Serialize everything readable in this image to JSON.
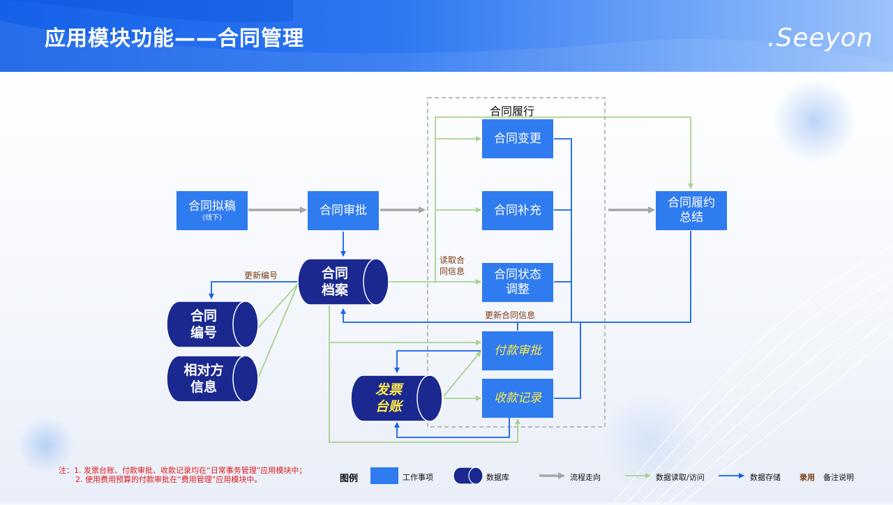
{
  "header": {
    "title": "应用模块功能——合同管理",
    "logo": ".Seeyon"
  },
  "diagram": {
    "frame_title": "合同履行",
    "nodes": {
      "draft": {
        "label": "合同拟稿",
        "sub": "(线下)"
      },
      "approve": {
        "label": "合同审批"
      },
      "change": {
        "label": "合同变更"
      },
      "supplement": {
        "label": "合同补充"
      },
      "status_adjust": {
        "label_line1": "合同状态",
        "label_line2": "调整"
      },
      "summary": {
        "label_line1": "合同履约",
        "label_line2": "总结"
      },
      "payment_approval": {
        "label": "付款审批"
      },
      "receipt_record": {
        "label": "收款记录"
      }
    },
    "databases": {
      "archive": {
        "line1": "合同",
        "line2": "档案"
      },
      "number": {
        "line1": "合同",
        "line2": "编号"
      },
      "counterparty": {
        "line1": "相对方",
        "line2": "信息"
      },
      "invoice": {
        "line1": "发票",
        "line2": "台账"
      }
    },
    "labels": {
      "update_number": "更新编号",
      "read_info_1": "读取合",
      "read_info_2": "同信息",
      "update_info": "更新合同信息"
    }
  },
  "notes": {
    "line1": "注：1. 发票台账、付款审批、收款记录均在“日常事务管理”应用模块中；",
    "line2": "2. 使用费用预算的付款审批在“费用管理”应用模块中。"
  },
  "legend": {
    "title": "图例",
    "work_item": "工作事项",
    "database": "数据库",
    "process_flow": "流程走向",
    "data_read": "数据读取/访问",
    "data_store": "数据存储",
    "emphasis_sample": "录用",
    "note_desc": "备注说明"
  },
  "colors": {
    "header_blue": "#1560e8",
    "box_blue": "#2f7bf0",
    "db_navy": "#1a2890",
    "flow_gray": "#a6a6a6",
    "read_green": "#a9d18e",
    "store_blue": "#1560e8",
    "highlight_yellow": "#ffe94a",
    "note_red": "#e0181b"
  }
}
